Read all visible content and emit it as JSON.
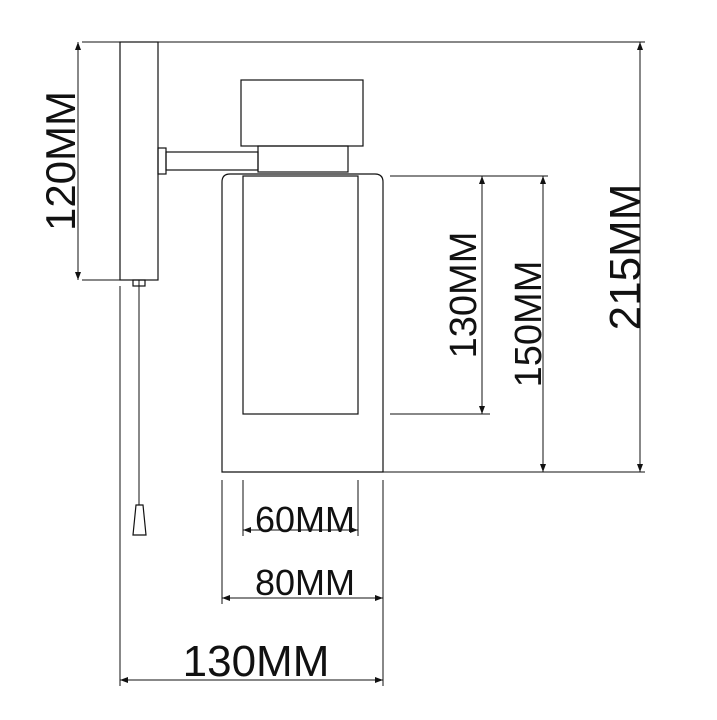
{
  "drawing": {
    "line_color": "#111111",
    "background": "#ffffff",
    "dimensions": {
      "backplate_height": "120MM",
      "glass_inner_height": "130MM",
      "glass_outer_height": "150MM",
      "total_height": "215MM",
      "glass_inner_width": "60MM",
      "glass_outer_width": "80MM",
      "total_projection": "130MM"
    }
  }
}
